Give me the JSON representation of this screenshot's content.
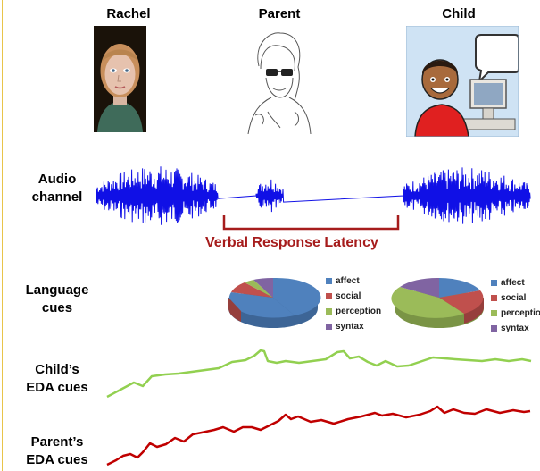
{
  "participants": {
    "rachel": "Rachel",
    "parent": "Parent",
    "child": "Child"
  },
  "rows": {
    "audio": [
      "Audio",
      "channel"
    ],
    "language": [
      "Language",
      "cues"
    ],
    "child_eda": [
      "Child’s",
      "EDA cues"
    ],
    "parent_eda": [
      "Parent’s",
      "EDA cues"
    ]
  },
  "latency_label": "Verbal Response Latency",
  "colors": {
    "audio": "#1010e6",
    "latency": "#a61c1c",
    "child_eda": "#92d050",
    "parent_eda": "#c00000",
    "affect": "#4f81bd",
    "social": "#c0504d",
    "perception": "#9bbb59",
    "syntax": "#8064a2",
    "border_accent": "#e8c44a"
  },
  "legend": [
    "affect",
    "social",
    "perception",
    "syntax"
  ]
}
